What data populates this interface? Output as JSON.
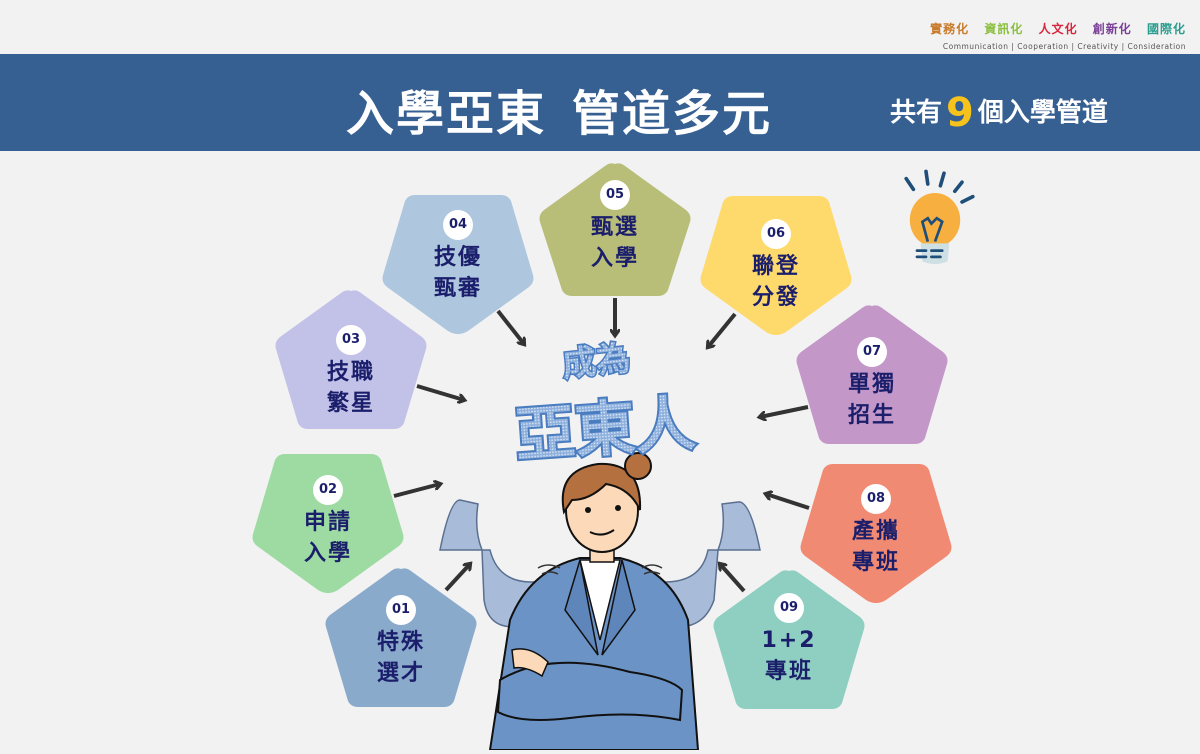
{
  "header": {
    "values": [
      {
        "label": "實務化",
        "color": "#c97a2a"
      },
      {
        "label": "資訊化",
        "color": "#8cbf3f"
      },
      {
        "label": "人文化",
        "color": "#d7263d"
      },
      {
        "label": "創新化",
        "color": "#7b3f98"
      },
      {
        "label": "國際化",
        "color": "#2a9d8f"
      }
    ],
    "english": "Communication | Cooperation | Creativity | Consideration",
    "title_part1": "入學亞東",
    "title_part2": "管道多元",
    "subtitle_prefix": "共有",
    "subtitle_number": "9",
    "subtitle_suffix": "個入學管道"
  },
  "center": {
    "line1": "成為",
    "line2": "亞東人"
  },
  "channels": [
    {
      "num": "01",
      "line1": "特殊",
      "line2": "選才",
      "color": "#8aaacb"
    },
    {
      "num": "02",
      "line1": "申請",
      "line2": "入學",
      "color": "#9ddba2"
    },
    {
      "num": "03",
      "line1": "技職",
      "line2": "繁星",
      "color": "#c2c1e8"
    },
    {
      "num": "04",
      "line1": "技優",
      "line2": "甄審",
      "color": "#aec6de"
    },
    {
      "num": "05",
      "line1": "甄選",
      "line2": "入學",
      "color": "#b8bd78"
    },
    {
      "num": "06",
      "line1": "聯登",
      "line2": "分發",
      "color": "#fed96b"
    },
    {
      "num": "07",
      "line1": "單獨",
      "line2": "招生",
      "color": "#c397c8"
    },
    {
      "num": "08",
      "line1": "產攜",
      "line2": "專班",
      "color": "#f18a73"
    },
    {
      "num": "09",
      "line1": "1+2",
      "line2": "專班",
      "color": "#8ecfc2"
    }
  ],
  "colors": {
    "banner": "#376092",
    "text_dark": "#1b1f6b",
    "accent_number": "#f6c21c",
    "arrow": "#333333"
  }
}
